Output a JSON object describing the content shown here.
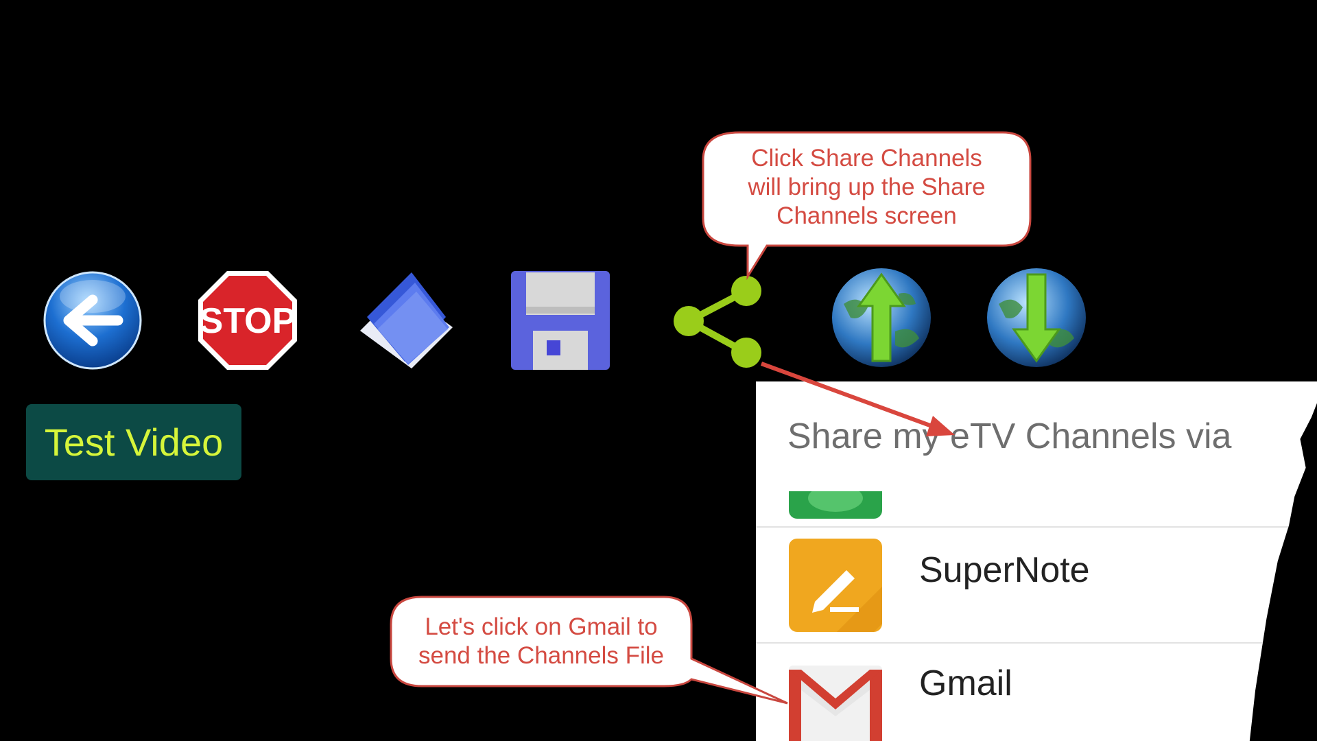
{
  "toolbar": {
    "icons": [
      "back-arrow-icon",
      "stop-sign-icon",
      "open-folder-icon",
      "floppy-disk-icon",
      "share-icon",
      "globe-upload-icon",
      "globe-download-icon"
    ],
    "stop_text": "STOP"
  },
  "test_video": {
    "label": "Test Video"
  },
  "share_panel": {
    "title": "Share my eTV Channels via",
    "apps": [
      {
        "label": "",
        "icon": "green-app-icon"
      },
      {
        "label": "SuperNote",
        "icon": "pencil-icon"
      },
      {
        "label": "Gmail",
        "icon": "gmail-icon"
      }
    ]
  },
  "callouts": {
    "share": {
      "line1": "Click Share Channels",
      "line2": "will bring up the Share",
      "line3": "Channels screen"
    },
    "gmail": {
      "line1": "Let's click on Gmail to",
      "line2": "send the Channels File"
    }
  },
  "colors": {
    "background": "#000000",
    "callout_text": "#d44b42",
    "callout_border": "#c9473f",
    "test_video_bg": "#0c4a45",
    "test_video_text": "#d6f53a",
    "share_green": "#9acd1a"
  }
}
